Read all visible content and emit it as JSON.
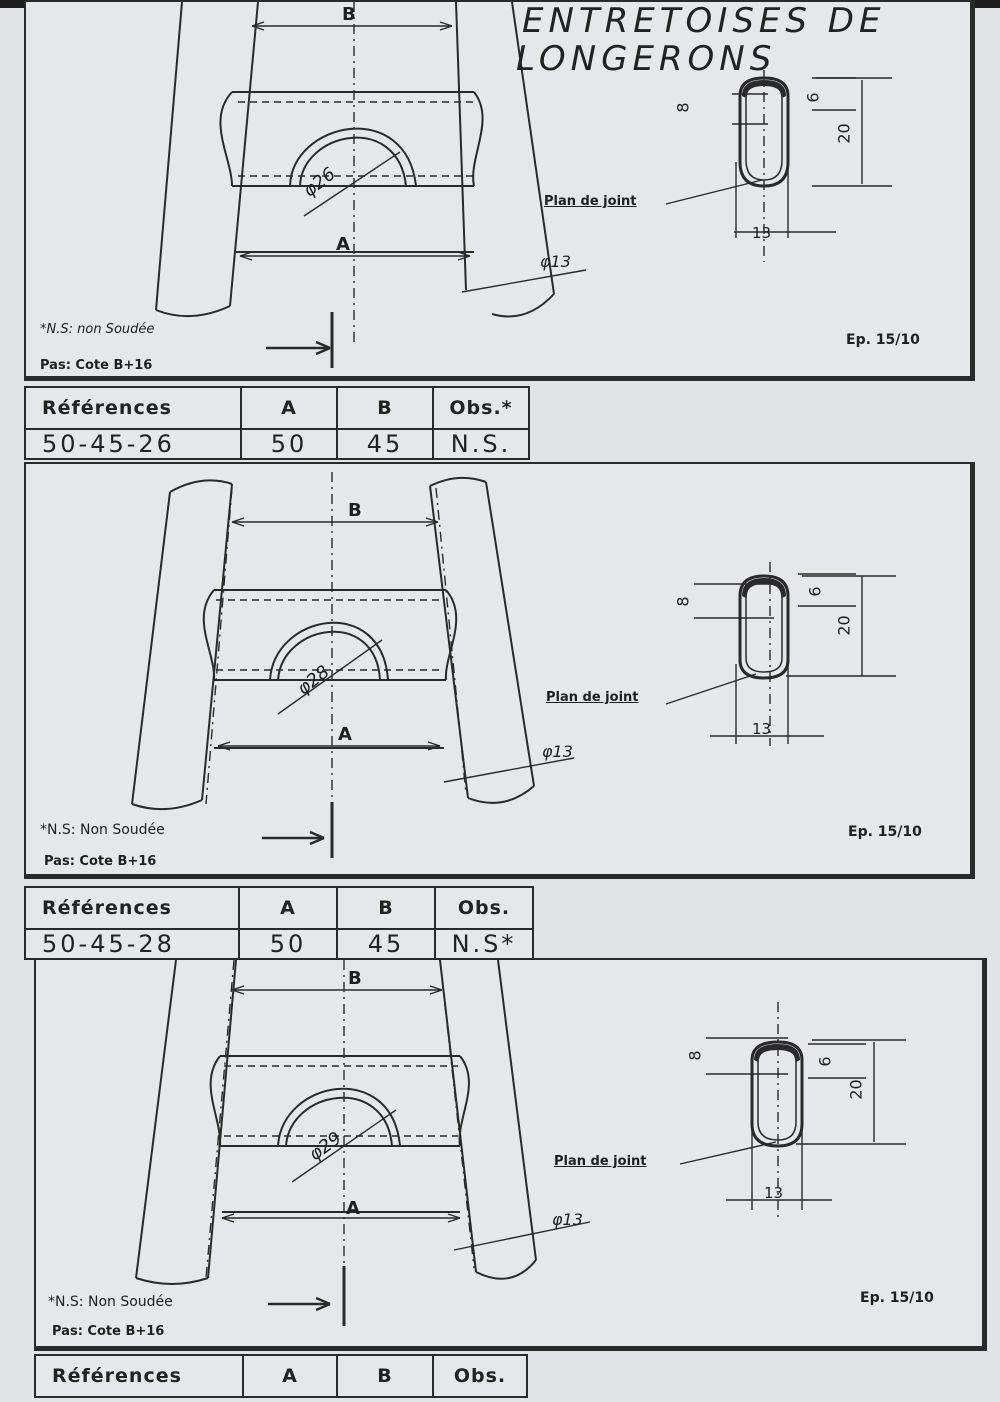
{
  "document": {
    "title_line1": "ENTRETOISES DE",
    "title_line2": "LONGERONS"
  },
  "drawings": [
    {
      "dim_b": "B",
      "dim_a": "A",
      "diameter": "φ26",
      "tube_diameter": "φ13",
      "section_dims": [
        "8",
        "6",
        "20",
        "13"
      ],
      "joint_label": "Plan de joint",
      "note": "*N.S: non Soudée",
      "pitch": "Pas: Cote B+16",
      "thickness": "Ep. 15/10"
    },
    {
      "dim_b": "B",
      "dim_a": "A",
      "diameter": "φ28",
      "tube_diameter": "φ13",
      "section_dims": [
        "8",
        "6",
        "20",
        "13"
      ],
      "joint_label": "Plan de joint",
      "note": "*N.S: Non Soudée",
      "pitch": "Pas: Cote B+16",
      "thickness": "Ep. 15/10"
    },
    {
      "dim_b": "B",
      "dim_a": "A",
      "diameter": "φ29",
      "tube_diameter": "φ13",
      "section_dims": [
        "8",
        "6",
        "20",
        "13"
      ],
      "joint_label": "Plan de joint",
      "note": "*N.S: Non Soudée",
      "pitch": "Pas: Cote B+16",
      "thickness": "Ep. 15/10"
    }
  ],
  "tables": [
    {
      "headers": [
        "Références",
        "A",
        "B",
        "Obs.*"
      ],
      "row": [
        "50-45-26",
        "50",
        "45",
        "N.S."
      ]
    },
    {
      "headers": [
        "Références",
        "A",
        "B",
        "Obs."
      ],
      "row": [
        "50-45-28",
        "50",
        "45",
        "N.S*"
      ]
    },
    {
      "headers": [
        "Références",
        "A",
        "B",
        "Obs."
      ],
      "row": []
    }
  ]
}
